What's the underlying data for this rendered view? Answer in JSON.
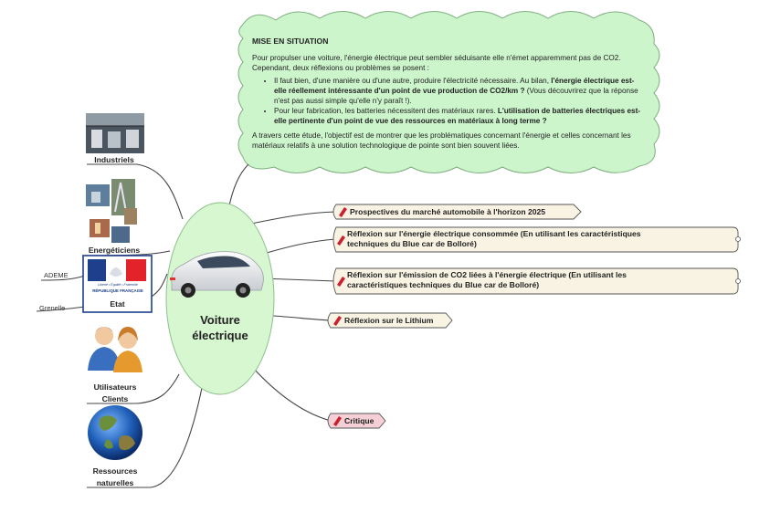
{
  "central": {
    "line1": "Voiture",
    "line2": "électrique"
  },
  "callout": {
    "title": "MISE EN SITUATION",
    "intro": "Pour propulser une voiture, l'énergie électrique peut sembler séduisante elle n'émet apparemment pas de CO2. Cependant, deux réflexions ou problèmes se posent :",
    "bullet1_plain": "Il faut bien, d'une manière ou d'une autre, produire l'électricité nécessaire. Au bilan, ",
    "bullet1_bold": "l'énergie électrique est-elle réellement intéressante d'un point de vue production de CO2/km ?",
    "bullet1_tail": " (Vous découvrirez que la réponse n'est pas aussi simple qu'elle n'y paraît !).",
    "bullet2_plain": "Pour leur fabrication, les batteries nécessitent des matériaux rares. ",
    "bullet2_bold": "L'utilisation de batteries électriques est-elle pertinente d'un point de vue des ressources en matériaux à long terme ?",
    "conclusion": "A travers cette étude, l'objectif est de montrer que les problématiques concernant l'énergie et celles concernant les matériaux relatifs à une solution technologique de pointe sont bien souvent liées."
  },
  "topics": [
    {
      "label": "Prospectives du marché automobile à l'horizon 2025"
    },
    {
      "line1": "Réflexion sur l'énergie électrique consommée (En utilisant les caractéristiques",
      "line2": "techniques du Blue car de Bolloré)"
    },
    {
      "line1": "Réflexion sur l'émission de CO2 liées à l'énergie électrique (En utilisant les",
      "line2": "caractéristiques techniques du Blue car de Bolloré)"
    },
    {
      "label": "Réflexion sur le Lithium"
    },
    {
      "label": "Critique"
    }
  ],
  "left": {
    "industriels": "Industriels",
    "energeticiens": "Energéticiens",
    "etat": "Etat",
    "ademe": "ADEME",
    "grenelle": "Grenelle",
    "utilisateurs_1": "Utilisateurs",
    "utilisateurs_2": "Clients",
    "ressources_1": "Ressources",
    "ressources_2": "naturelles"
  },
  "logo": {
    "motto": "Liberté • Égalité • Fraternité",
    "country": "RÉPUBLIQUE FRANÇAISE"
  },
  "colors": {
    "callout_fill": "#ccf5cc",
    "callout_stroke": "#7fae7f",
    "central_fill": "#d7f7d0",
    "topic_fill": "#f8f3e3",
    "critique_fill": "#f4d0d6",
    "connector": "#444444",
    "marker_red": "#cc1f2d"
  }
}
